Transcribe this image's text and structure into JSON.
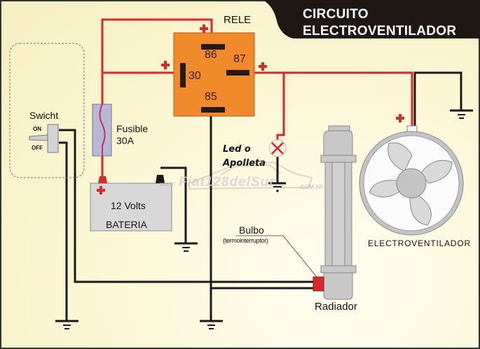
{
  "title": {
    "line1": "CIRCUITO",
    "line2": "ELECTROVENTILADOR"
  },
  "relay": {
    "label": "RELE",
    "pins": {
      "p86": "86",
      "p87": "87",
      "p30": "30",
      "p85": "85"
    }
  },
  "switch": {
    "label": "Swicht",
    "on_label": "ON",
    "off_label": "OFF"
  },
  "fuse": {
    "label": "Fusible",
    "rating": "30A"
  },
  "battery": {
    "voltage": "12 Volts",
    "label": "BATERIA"
  },
  "lamp": {
    "line1": "Led o",
    "line2": "Apolleta"
  },
  "bulb": {
    "label": "Bulbo",
    "sublabel": "(termointerruptor)"
  },
  "radiator": {
    "label": "Radiador"
  },
  "fan": {
    "label": "ELECTROVENTILADOR"
  },
  "polarity": {
    "positive_symbol": "+"
  },
  "watermark": {
    "prefix": "www.",
    "brand": "Fiat128delSur",
    "suffix": ".COM.AR"
  },
  "colors": {
    "wire_positive": "#d42a2a",
    "wire_ground": "#1a1a1a",
    "relay_body": "#f08a2a",
    "title_band": "#1e1714",
    "background": "#fbf6d2"
  }
}
